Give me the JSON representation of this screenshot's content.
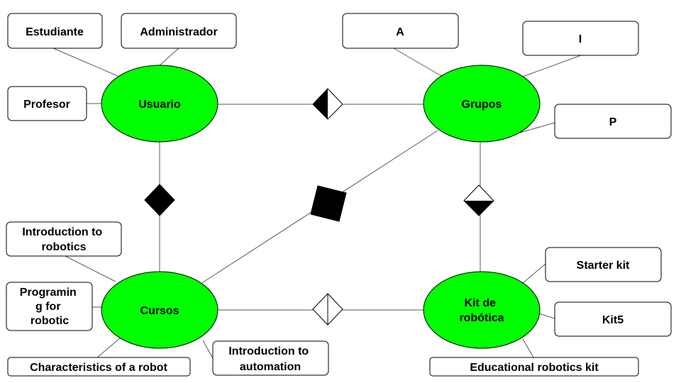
{
  "entities": {
    "usuario": "Usuario",
    "grupos": "Grupos",
    "cursos": "Cursos",
    "kit": [
      "Kit de",
      "robótica"
    ]
  },
  "attributes": {
    "estudiante": "Estudiante",
    "administrador": "Administrador",
    "profesor": "Profesor",
    "a": "A",
    "i": "I",
    "p": "P",
    "intro_robotics": [
      "Introduction to",
      "robotics"
    ],
    "programing": [
      "Programin",
      "g for",
      "robotic"
    ],
    "characteristics": "Characteristics of a robot",
    "intro_automation": [
      "Introduction to",
      "automation"
    ],
    "starter_kit": "Starter kit",
    "kit5": "Kit5",
    "educational_kit": "Educational robotics kit"
  },
  "colors": {
    "entity_fill": "#00ff00",
    "line": "#595959",
    "border": "#000000"
  }
}
